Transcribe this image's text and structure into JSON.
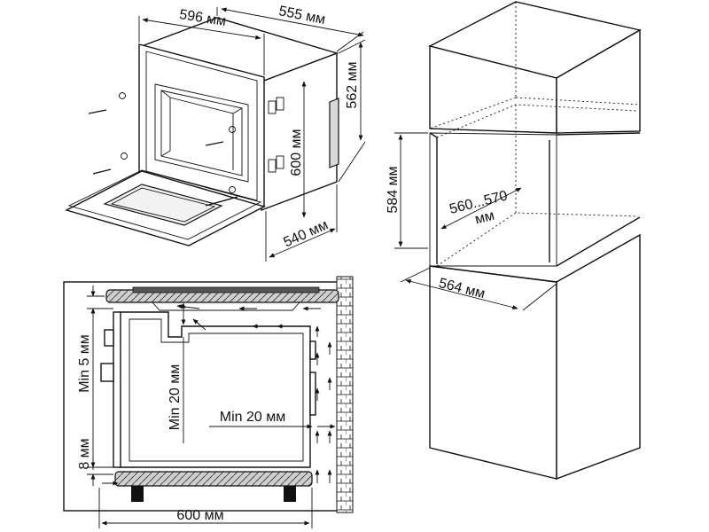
{
  "oven_view": {
    "width_label": "596 мм",
    "depth_label": "555 мм",
    "height_label": "562 мм",
    "front_height_label": "600 мм",
    "door_depth_label": "540 мм"
  },
  "cabinet_view": {
    "niche_height_label": "584 мм",
    "niche_depth_label_1": "560...570",
    "niche_depth_label_2": "мм",
    "niche_width_label": "564 мм"
  },
  "ventilation_view": {
    "top_gap_label": "Min 5 мм",
    "side_gap_label": "Min 20 мм",
    "rear_gap_label": "Min 20 мм",
    "bottom_gap_label": "8 мм",
    "width_label": "600 мм"
  }
}
